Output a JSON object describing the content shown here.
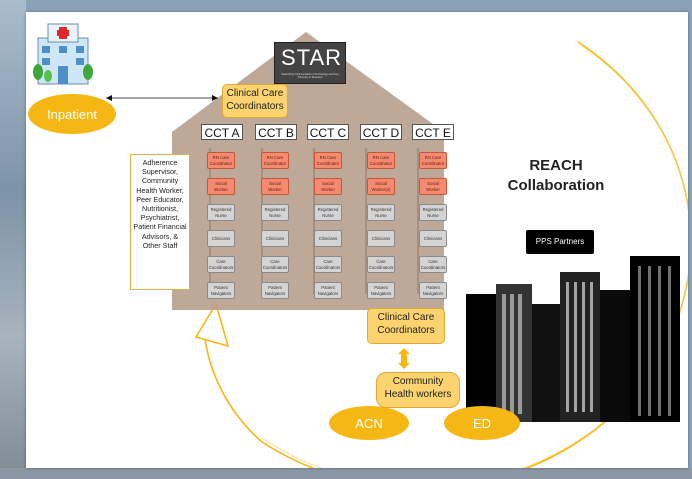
{
  "colors": {
    "accent": "#f5b714",
    "ccc_fill": "#fcd36f",
    "role_red": "#f58a70",
    "role_grey": "#d4d4d4",
    "roof": "#b9a290"
  },
  "logo": {
    "text": "STAR",
    "subtext": "Maximizing Implementation of Technology and Peer Advocacy in Research"
  },
  "icons": {
    "hospital": "hospital-icon",
    "buildings": "city-buildings-icon"
  },
  "inpatient": "Inpatient",
  "top_ccc": "Clinical Care\nCoordinators",
  "bottom_ccc": "Clinical Care\nCoordinators",
  "community": "Community\nHealth workers",
  "acn": "ACN",
  "ed": "ED",
  "reach": "REACH\nCollaboration",
  "pps": "PPS Partners",
  "side_box": "Adherence Supervisor, Community Health Worker, Peer Educator, Nutritionist, Psychiatrist, Patient Financial Advisors, & Other Staff",
  "ccts": [
    {
      "label": "CCT A",
      "roles": [
        "RN Care Coordinator",
        "Social Worker",
        "Registered Nurse",
        "Clinicians",
        "Care Coordinators",
        "Patient Navigators"
      ]
    },
    {
      "label": "CCT B",
      "roles": [
        "RN Care Coordinator",
        "Social Worker",
        "Registered Nurse",
        "Clinicians",
        "Care Coordinators",
        "Patient Navigators"
      ]
    },
    {
      "label": "CCT C",
      "roles": [
        "RN Care Coordinator",
        "Social Worker",
        "Registered Nurse",
        "Clinicians",
        "Care Coordinators",
        "Patient Navigators"
      ]
    },
    {
      "label": "CCT D",
      "roles": [
        "RN Care Coordinator",
        "Social Worker(s)",
        "Registered Nurse",
        "Clinicians",
        "Care Coordinators",
        "Patient Navigators"
      ]
    },
    {
      "label": "CCT E",
      "roles": [
        "RN Care Coordinator",
        "Social Worker",
        "Registered Nurse",
        "Clinicians",
        "Care Coordinators",
        "Patient Navigators"
      ]
    }
  ]
}
